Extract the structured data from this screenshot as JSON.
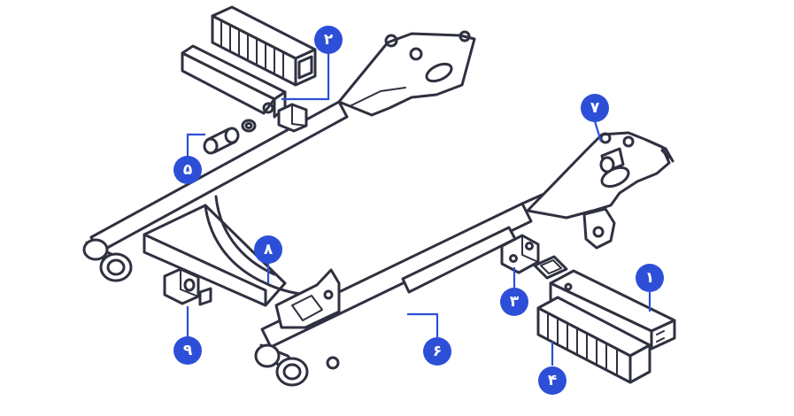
{
  "colors": {
    "stroke": "#2f3140",
    "accent": "#2d4fd8",
    "background": "#ffffff"
  },
  "callouts": [
    {
      "id": "1",
      "label": "۱"
    },
    {
      "id": "2",
      "label": "۲"
    },
    {
      "id": "3",
      "label": "۳"
    },
    {
      "id": "4",
      "label": "۴"
    },
    {
      "id": "5",
      "label": "۵"
    },
    {
      "id": "6",
      "label": "۶"
    },
    {
      "id": "7",
      "label": "۷"
    },
    {
      "id": "8",
      "label": "۸"
    },
    {
      "id": "9",
      "label": "۹"
    }
  ]
}
